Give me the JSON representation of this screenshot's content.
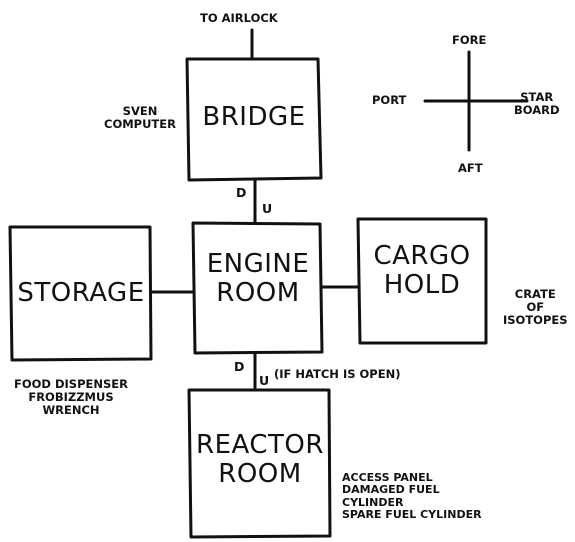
{
  "rooms": {
    "bridge": "BRIDGE",
    "engine_room": "ENGINE\nROOM",
    "cargo_hold": "CARGO\nHOLD",
    "storage": "STORAGE",
    "reactor_room": "REACTOR\nROOM"
  },
  "exits": {
    "to_airlock": "TO AIRLOCK",
    "bridge_engine_down": "D",
    "bridge_engine_up": "U",
    "engine_reactor_down": "D",
    "engine_reactor_up": "U",
    "hatch_note": "(IF HATCH IS OPEN)"
  },
  "compass": {
    "fore": "FORE",
    "aft": "AFT",
    "port": "PORT",
    "starboard": "STAR\nBOARD"
  },
  "items": {
    "bridge": "SVEN\nCOMPUTER",
    "cargo_hold": "CRATE\nOF\nISOTOPES",
    "storage": "FOOD DISPENSER\nFROBIZZMUS\nWRENCH",
    "reactor_room": "ACCESS PANEL\nDAMAGED FUEL\nCYLINDER\nSPARE FUEL CYLINDER"
  }
}
